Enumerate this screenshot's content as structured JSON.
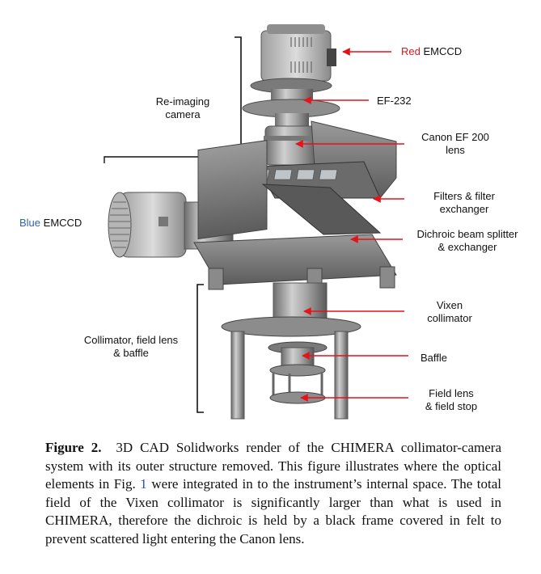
{
  "labels": {
    "red_emccd_color_word": "Red",
    "red_emccd_rest": "EMCCD",
    "ef232": "EF-232",
    "canon_ef200_l1": "Canon EF 200",
    "canon_ef200_l2": "lens",
    "filters_l1": "Filters & filter",
    "filters_l2": "exchanger",
    "dichroic_l1": "Dichroic beam splitter",
    "dichroic_l2": "& exchanger",
    "vixen_l1": "Vixen",
    "vixen_l2": "collimator",
    "baffle": "Baffle",
    "fieldlens_l1": "Field lens",
    "fieldlens_l2": "& field stop",
    "reimaging_l1": "Re-imaging",
    "reimaging_l2": "camera",
    "blue_emccd_color_word": "Blue",
    "blue_emccd_rest": "EMCCD",
    "collimator_l1": "Collimator, field lens",
    "collimator_l2": "& baffle"
  },
  "caption": {
    "label": "Figure 2.",
    "text_before_ref": "3D CAD Solidworks render of the CHIMERA collimator-camera system with its outer structure removed. This figure illustrates where the optical elements in Fig.",
    "ref": "1",
    "text_after_ref": "were integrated in to the instrument’s internal space. The total field of the Vixen collimator is significantly larger than what is used in CHIMERA, therefore the dichroic is held by a black frame covered in felt to prevent scattered light entering the Canon lens."
  },
  "colors": {
    "arrow_red": "#e3141b",
    "blue_label": "#2f63b5",
    "metal_light": "#b9b9b9",
    "metal_dark": "#5e5e5e"
  }
}
